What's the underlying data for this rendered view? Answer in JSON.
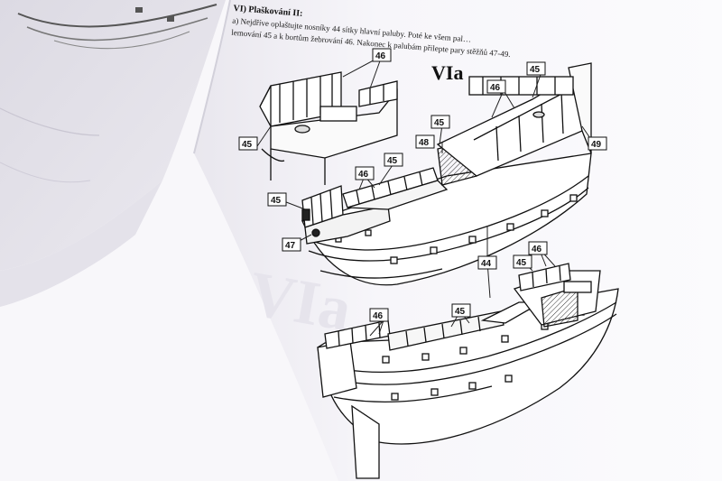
{
  "document": {
    "section_heading": "VI) Plaškování II:",
    "instruction_lines": [
      "a) Nejdříve oplaštujte nosníky 44 sítky hlavní paluby. Poté ke všem pal…",
      "lemování 45 a k bortům žebrování 46. Nakonec k palubám přilepte pary stěžňů 47-49."
    ],
    "figure_title": "VIa",
    "watermark": "VIa"
  },
  "callouts": [
    {
      "id": "c46a",
      "label": "46"
    },
    {
      "id": "c45a",
      "label": "45"
    },
    {
      "id": "c45b",
      "label": "45"
    },
    {
      "id": "c46b",
      "label": "46"
    },
    {
      "id": "c45c",
      "label": "45"
    },
    {
      "id": "c48",
      "label": "48"
    },
    {
      "id": "c49",
      "label": "49"
    },
    {
      "id": "c45d",
      "label": "45"
    },
    {
      "id": "c46c",
      "label": "46"
    },
    {
      "id": "c45e",
      "label": "45"
    },
    {
      "id": "c47",
      "label": "47"
    },
    {
      "id": "c44",
      "label": "44"
    },
    {
      "id": "c45f",
      "label": "45"
    },
    {
      "id": "c46d",
      "label": "46"
    },
    {
      "id": "c46e",
      "label": "46"
    },
    {
      "id": "c45g",
      "label": "45"
    }
  ]
}
